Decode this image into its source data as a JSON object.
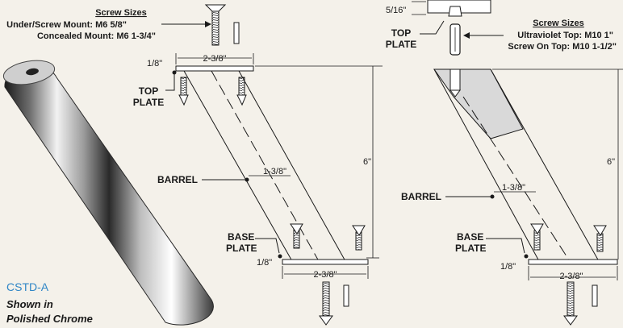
{
  "product": {
    "model": "CSTD-A",
    "finish_line1": "Shown in",
    "finish_line2": "Polished Chrome"
  },
  "left_diagram": {
    "screw_header": "Screw Sizes",
    "screw_line1": "Under/Screw Mount: M6 5/8\"",
    "screw_line2": "Concealed Mount: M6 1-3/4\"",
    "top_plate_label_1": "TOP",
    "top_plate_label_2": "PLATE",
    "barrel_label": "BARREL",
    "base_plate_label_1": "BASE",
    "base_plate_label_2": "PLATE",
    "dim_top_width": "2-3/8\"",
    "dim_top_thickness": "1/8\"",
    "dim_barrel": "1-3/8\"",
    "dim_height": "6\"",
    "dim_base_thickness": "1/8\"",
    "dim_base_width": "2-3/8\""
  },
  "right_diagram": {
    "screw_header": "Screw Sizes",
    "screw_line1": "Ultraviolet Top: M10 1\"",
    "screw_line2": "Screw On Top: M10 1-1/2\"",
    "dim_cap": "5/16\"",
    "top_plate_label_1": "TOP",
    "top_plate_label_2": "PLATE",
    "barrel_label": "BARREL",
    "base_plate_label_1": "BASE",
    "base_plate_label_2": "PLATE",
    "dim_barrel": "1-3/8\"",
    "dim_height": "6\"",
    "dim_base_thickness": "1/8\"",
    "dim_base_width": "2-3/8\""
  },
  "colors": {
    "background": "#f4f1ea",
    "model_text": "#2f86c6",
    "line": "#1a1a1a",
    "cut_fill": "#d9d9d9"
  }
}
